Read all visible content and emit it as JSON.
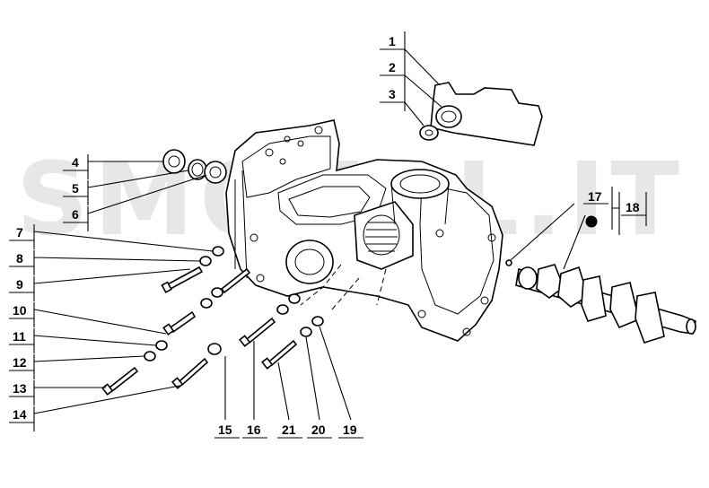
{
  "watermark": "SMOTOL.IT",
  "callouts": [
    {
      "id": "1",
      "label": "1"
    },
    {
      "id": "2",
      "label": "2"
    },
    {
      "id": "3",
      "label": "3"
    },
    {
      "id": "4",
      "label": "4"
    },
    {
      "id": "5",
      "label": "5"
    },
    {
      "id": "6",
      "label": "6"
    },
    {
      "id": "7",
      "label": "7"
    },
    {
      "id": "8",
      "label": "8"
    },
    {
      "id": "9",
      "label": "9"
    },
    {
      "id": "10",
      "label": "10"
    },
    {
      "id": "11",
      "label": "11"
    },
    {
      "id": "12",
      "label": "12"
    },
    {
      "id": "13",
      "label": "13"
    },
    {
      "id": "14",
      "label": "14"
    },
    {
      "id": "15",
      "label": "15"
    },
    {
      "id": "16",
      "label": "16"
    },
    {
      "id": "17",
      "label": "17"
    },
    {
      "id": "18",
      "label": "18"
    },
    {
      "id": "19",
      "label": "19"
    },
    {
      "id": "20",
      "label": "20"
    },
    {
      "id": "21",
      "label": "21"
    }
  ]
}
